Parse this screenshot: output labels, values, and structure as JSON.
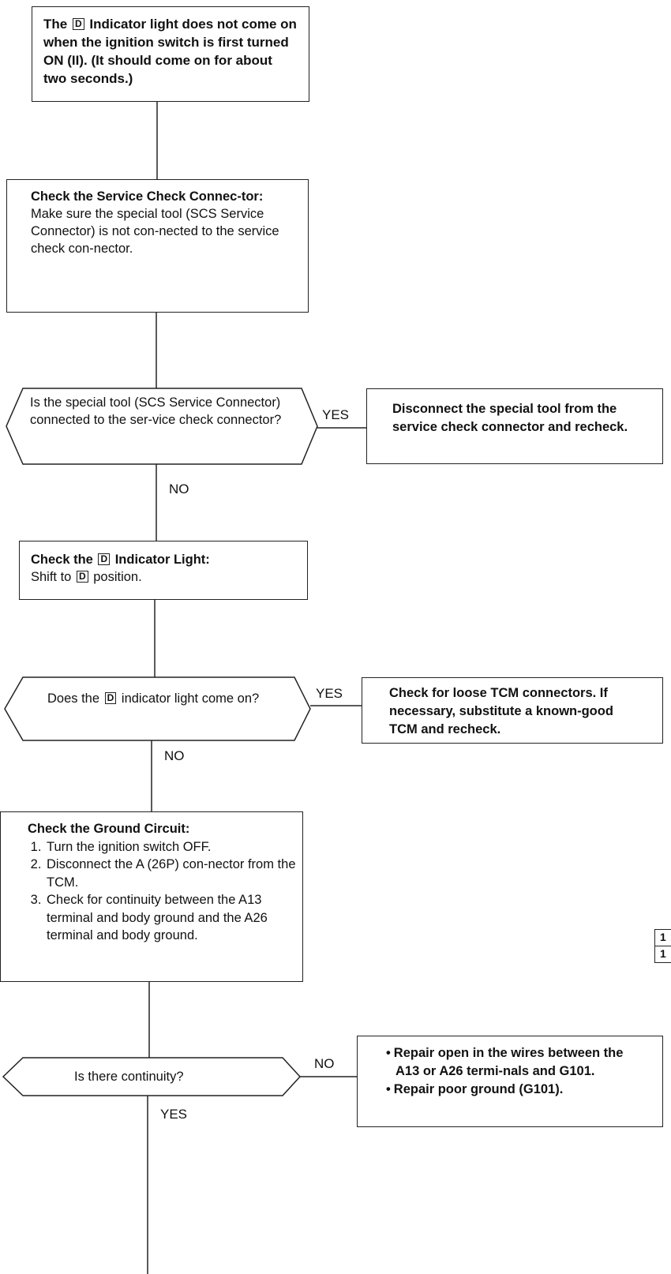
{
  "symptom": {
    "pre": "The",
    "key": "D",
    "post": "Indicator light does not come on when the ignition switch is first turned ON (II). (It should come on for about two seconds.)"
  },
  "step_connector": {
    "title": "Check the Service Check Connec-tor:",
    "body": "Make sure the special tool (SCS Service Connector) is not con-nected to the service check con-nector."
  },
  "q1": {
    "text": "Is the special tool (SCS Service Connector) connected to the ser-vice check connector?",
    "yes": "YES",
    "no": "NO"
  },
  "r1": {
    "text": "Disconnect the special tool from the service check connector and recheck."
  },
  "step_indicator": {
    "title_pre": "Check the",
    "key": "D",
    "title_post": "Indicator Light:",
    "body_pre": "Shift to",
    "body_post": "position."
  },
  "q2": {
    "pre": "Does the",
    "key": "D",
    "post": "indicator light come on?",
    "yes": "YES",
    "no": "NO"
  },
  "r2": {
    "text": "Check for loose TCM connectors. If necessary, substitute a known-good TCM and recheck."
  },
  "step_ground": {
    "title": "Check the Ground Circuit:",
    "items": [
      "Turn the ignition switch OFF.",
      "Disconnect the A (26P) con-nector from the TCM.",
      "Check for continuity between the A13 terminal and body ground and the A26 terminal and body ground."
    ]
  },
  "q3": {
    "text": "Is there continuity?",
    "no": "NO",
    "yes": "YES"
  },
  "r3": {
    "items": [
      "Repair open in the wires between the A13 or A26 termi-nals and G101.",
      "Repair poor ground (G101)."
    ]
  },
  "edge_marks": [
    "1",
    "1"
  ]
}
